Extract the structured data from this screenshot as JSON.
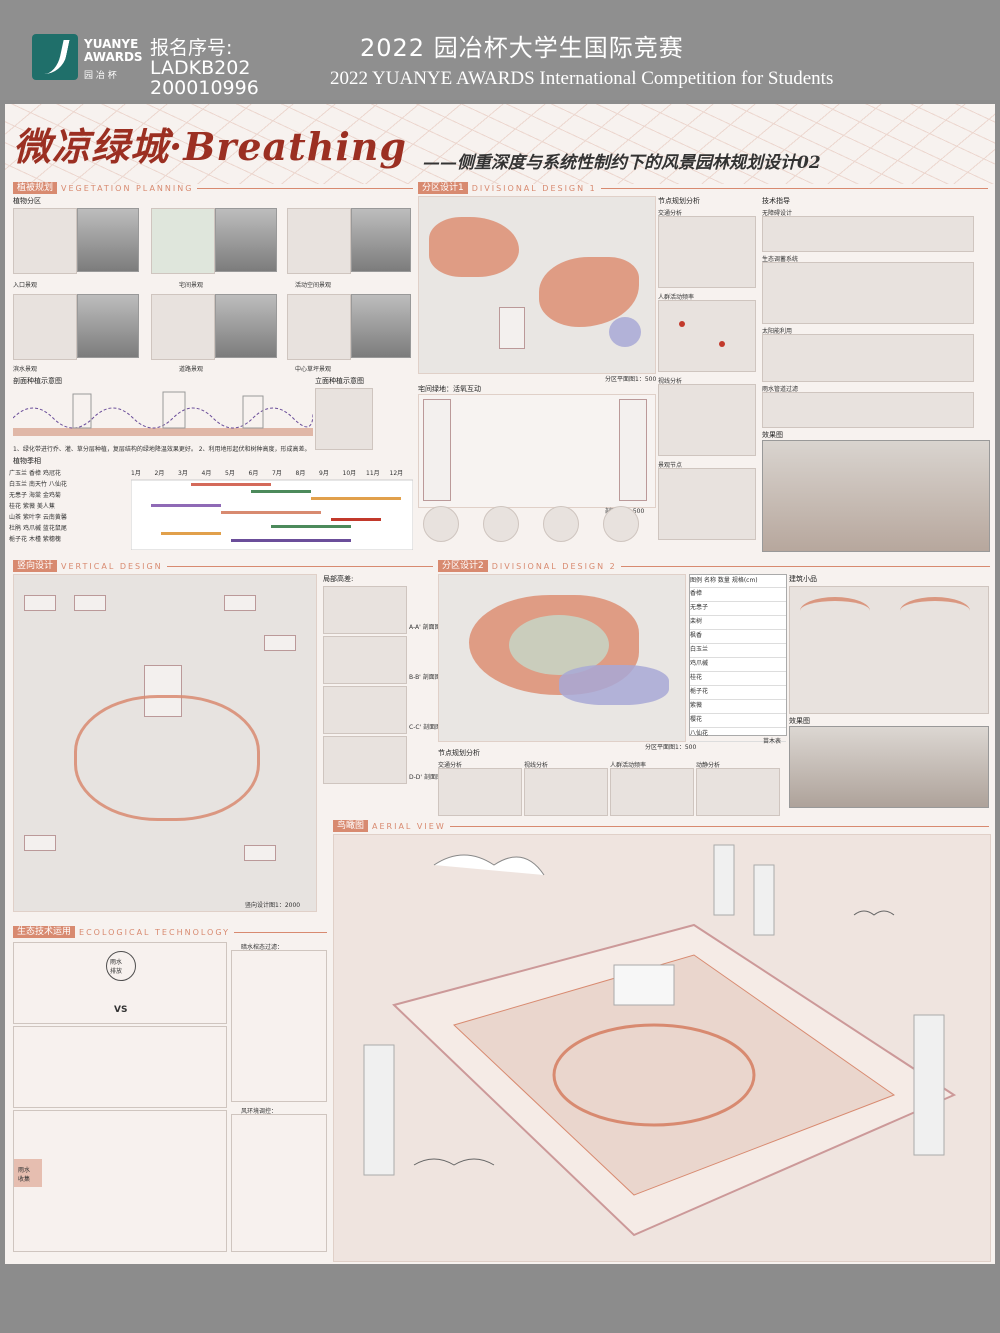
{
  "header": {
    "logo_text": "YUANYE\nAWARDS",
    "logo_sub": "园 冶 杯",
    "reg_label": "报名序号:",
    "reg_number_1": "LADKB202",
    "reg_number_2": "200010996",
    "title_cn": "2022 园冶杯大学生国际竞赛",
    "title_en": "2022 YUANYE AWARDS International Competition for  Students"
  },
  "poster": {
    "main_title": "微凉绿城·Breathing",
    "subtitle": "——侧重深度与系统性制约下的风景园林规划设计02"
  },
  "sections": {
    "vegetation": {
      "cn": "植被规划",
      "en": "VEGETATION PLANNING",
      "sub1": "植物分区",
      "sub2": "剖面种植示意图",
      "sub3": "立面种植示意图",
      "sub4": "植物季相",
      "zones": [
        "入口景观",
        "宅间景观",
        "活动空间景观",
        "滨水景观",
        "道路景观",
        "中心草坪景观"
      ],
      "note": "1、绿化带进行乔、灌、草分层种植，复层结构的绿地降温效果更好。  2、利用地形起伏和树种高度，形成高差。",
      "months": [
        "1月",
        "2月",
        "3月",
        "4月",
        "5月",
        "6月",
        "7月",
        "8月",
        "9月",
        "10月",
        "11月",
        "12月"
      ],
      "plants_left": [
        "广玉兰",
        "白玉兰",
        "无患子",
        "桂花",
        "山茶",
        "杜鹃",
        "栀子花"
      ],
      "plants_right": [
        "香樟",
        "南天竹",
        "海棠",
        "紫薇",
        "紫叶李",
        "鸡爪槭",
        "木槿"
      ],
      "plants_far": [
        "鸡冠花",
        "八仙花",
        "金鸡菊",
        "美人蕉",
        "云南黄馨",
        "蓝花鼠尾",
        "紫穗槐"
      ]
    },
    "divisional1": {
      "cn": "分区设计1",
      "en": "DIVISIONAL DESIGN 1",
      "scale": "分区平面图1：500",
      "section_label": "宅间绿地：活氧互动",
      "scale2": "剖面图1：500",
      "nodes": "节点规划分析",
      "n1": "交通分析",
      "n2": "人群活动频率",
      "n3": "视线分析",
      "n4": "景观节点",
      "tech": "技术指导",
      "t1": "无障碍设计",
      "t2": "生态调蓄系统",
      "t3": "太阳能利用",
      "t4": "雨水管道过滤",
      "effect": "效果图"
    },
    "vertical": {
      "cn": "竖向设计",
      "en": "VERTICAL DESIGN",
      "local": "局部高差:",
      "scale": "竖向设计图1：2000",
      "sections": [
        "A-A' 剖面图",
        "B-B' 剖面图",
        "C-C' 剖面图",
        "D-D' 剖面图"
      ]
    },
    "divisional2": {
      "cn": "分区设计2",
      "en": "DIVISIONAL DESIGN 2",
      "scale": "分区平面图1：500",
      "nodes": "节点规划分析",
      "analyses": [
        "交通分析",
        "视线分析",
        "人群活动频率",
        "动静分析"
      ],
      "small_build": "建筑小品",
      "effect": "效果图",
      "plant_table": "苗木表",
      "table_head": [
        "图例",
        "名称",
        "数量",
        "规格(cm)"
      ],
      "table_rows": [
        "香樟",
        "无患子",
        "栾树",
        "枫香",
        "白玉兰",
        "鸡爪槭",
        "桂花",
        "栀子花",
        "紫薇",
        "樱花",
        "八仙花"
      ]
    },
    "aerial": {
      "cn": "鸟瞰图",
      "en": "AERIAL VIEW"
    },
    "eco": {
      "cn": "生态技术运用",
      "en": "ECOLOGICAL TECHNOLOGY",
      "rain": "雨水\n排放",
      "collect": "雨水\n收集",
      "vs": "VS",
      "wind": "风环境调控：",
      "rain_filter": "暗水棺态过滤："
    }
  }
}
